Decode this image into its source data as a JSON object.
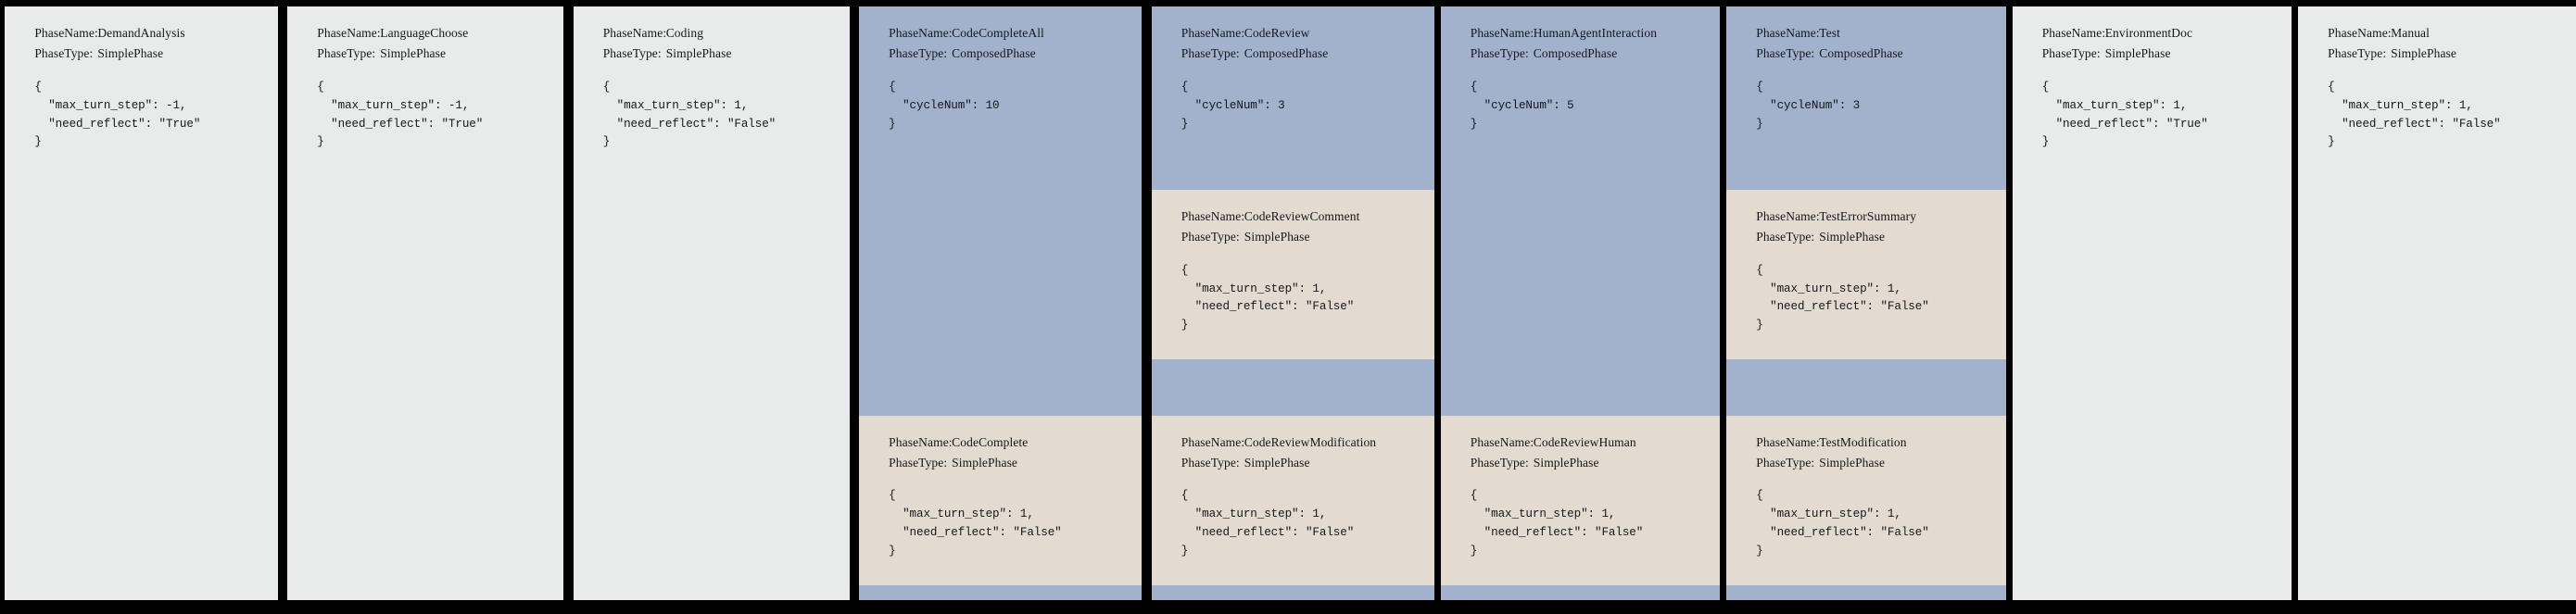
{
  "meta": {
    "background_color": "#000000",
    "simple_phase_color": "#e8ebea",
    "composed_phase_color": "#a2b2cc",
    "sub_phase_color": "#e3dad0",
    "text_color": "#14171a",
    "label_phase_name": "PhaseName:",
    "label_phase_type": "PhaseType:"
  },
  "panels": [
    {
      "id": "demand-analysis",
      "kind": "simple",
      "phase_name": "DemandAnalysis",
      "phase_type": "SimplePhase",
      "config": "{\n  \"max_turn_step\": -1,\n  \"need_reflect\": \"True\"\n}",
      "subphases": []
    },
    {
      "id": "language-choose",
      "kind": "simple",
      "phase_name": "LanguageChoose",
      "phase_type": "SimplePhase",
      "config": "{\n  \"max_turn_step\": -1,\n  \"need_reflect\": \"True\"\n}",
      "subphases": []
    },
    {
      "id": "coding",
      "kind": "simple",
      "phase_name": "Coding",
      "phase_type": "SimplePhase",
      "config": "{\n  \"max_turn_step\": 1,\n  \"need_reflect\": \"False\"\n}",
      "subphases": []
    },
    {
      "id": "code-complete-all",
      "kind": "composed",
      "phase_name": "CodeCompleteAll",
      "phase_type": "ComposedPhase",
      "config": "{\n  \"cycleNum\": 10\n}",
      "subphases": [
        {
          "id": "code-complete",
          "phase_name": "CodeComplete",
          "phase_type": "SimplePhase",
          "config": "{\n  \"max_turn_step\": 1,\n  \"need_reflect\": \"False\"\n}"
        }
      ]
    },
    {
      "id": "code-review",
      "kind": "composed",
      "phase_name": "CodeReview",
      "phase_type": "ComposedPhase",
      "config": "{\n  \"cycleNum\": 3\n}",
      "subphases": [
        {
          "id": "code-review-comment",
          "phase_name": "CodeReviewComment",
          "phase_type": "SimplePhase",
          "config": "{\n  \"max_turn_step\": 1,\n  \"need_reflect\": \"False\"\n}"
        },
        {
          "id": "code-review-modification",
          "phase_name": "CodeReviewModification",
          "phase_type": "SimplePhase",
          "config": "{\n  \"max_turn_step\": 1,\n  \"need_reflect\": \"False\"\n}"
        }
      ]
    },
    {
      "id": "human-agent-interaction",
      "kind": "composed",
      "phase_name": "HumanAgentInteraction",
      "phase_type": "ComposedPhase",
      "config": "{\n  \"cycleNum\": 5\n}",
      "subphases": [
        {
          "id": "code-review-human",
          "phase_name": "CodeReviewHuman",
          "phase_type": "SimplePhase",
          "config": "{\n  \"max_turn_step\": 1,\n  \"need_reflect\": \"False\"\n}"
        }
      ]
    },
    {
      "id": "test",
      "kind": "composed",
      "phase_name": "Test",
      "phase_type": "ComposedPhase",
      "config": "{\n  \"cycleNum\": 3\n}",
      "subphases": [
        {
          "id": "test-error-summary",
          "phase_name": "TestErrorSummary",
          "phase_type": "SimplePhase",
          "config": "{\n  \"max_turn_step\": 1,\n  \"need_reflect\": \"False\"\n}"
        },
        {
          "id": "test-modification",
          "phase_name": "TestModification",
          "phase_type": "SimplePhase",
          "config": "{\n  \"max_turn_step\": 1,\n  \"need_reflect\": \"False\"\n}"
        }
      ]
    },
    {
      "id": "environment-doc",
      "kind": "simple",
      "phase_name": "EnvironmentDoc",
      "phase_type": "SimplePhase",
      "config": "{\n  \"max_turn_step\": 1,\n  \"need_reflect\": \"True\"\n}",
      "subphases": []
    },
    {
      "id": "manual",
      "kind": "simple",
      "phase_name": "Manual",
      "phase_type": "SimplePhase",
      "config": "{\n  \"max_turn_step\": 1,\n  \"need_reflect\": \"False\"\n}",
      "subphases": []
    }
  ]
}
